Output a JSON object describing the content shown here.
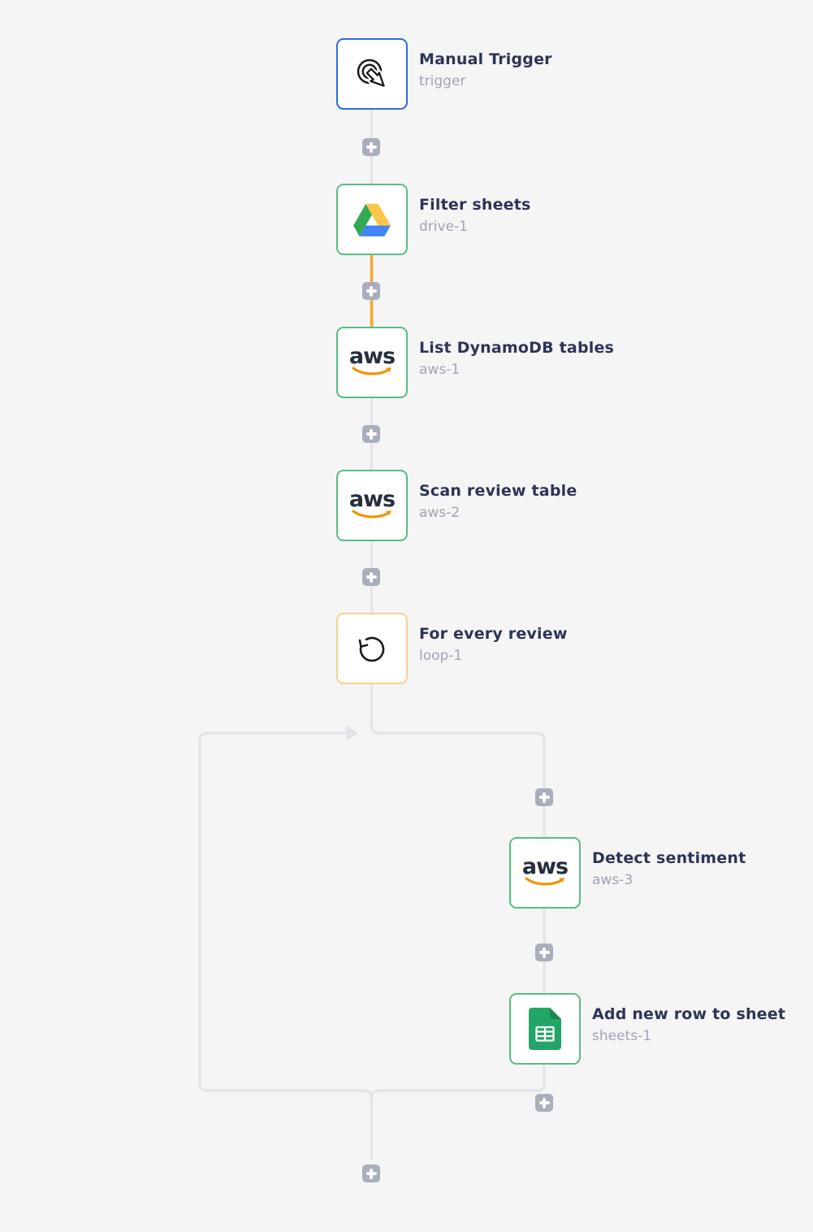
{
  "colors": {
    "background": "#f5f5f6",
    "connector": "#e3e3e9",
    "connector_active": "#f4a836",
    "plus_button": "#a9aebc",
    "node_background": "#ffffff",
    "border_trigger": "#2e6bd9",
    "border_success": "#57bd84",
    "border_loop": "#f7cf90",
    "title_text": "#2e3456",
    "subtitle_text": "#a1a3b5",
    "aws_navy": "#252f3e",
    "aws_orange": "#f69100",
    "drive_green": "#34a853",
    "drive_yellow": "#fbc64a",
    "drive_blue": "#4285f4",
    "sheets_green": "#23a567",
    "sheets_fold": "#17874f",
    "icon_stroke": "#1a1a1a"
  },
  "nodes": [
    {
      "title": "Manual Trigger",
      "subtitle": "trigger",
      "icon": "manual-trigger-icon",
      "state": "trigger"
    },
    {
      "title": "Filter sheets",
      "subtitle": "drive-1",
      "icon": "google-drive-icon",
      "state": "success"
    },
    {
      "title": "List DynamoDB tables",
      "subtitle": "aws-1",
      "icon": "aws-icon",
      "state": "success"
    },
    {
      "title": "Scan review table",
      "subtitle": "aws-2",
      "icon": "aws-icon",
      "state": "success"
    },
    {
      "title": "For every review",
      "subtitle": "loop-1",
      "icon": "loop-icon",
      "state": "loop"
    },
    {
      "title": "Detect sentiment",
      "subtitle": "aws-3",
      "icon": "aws-icon",
      "state": "success"
    },
    {
      "title": "Add new row to sheet",
      "subtitle": "sheets-1",
      "icon": "google-sheets-icon",
      "state": "success"
    }
  ],
  "aws_wordmark": "aws",
  "add_step_buttons": {
    "count": 8,
    "symbol": "+"
  }
}
